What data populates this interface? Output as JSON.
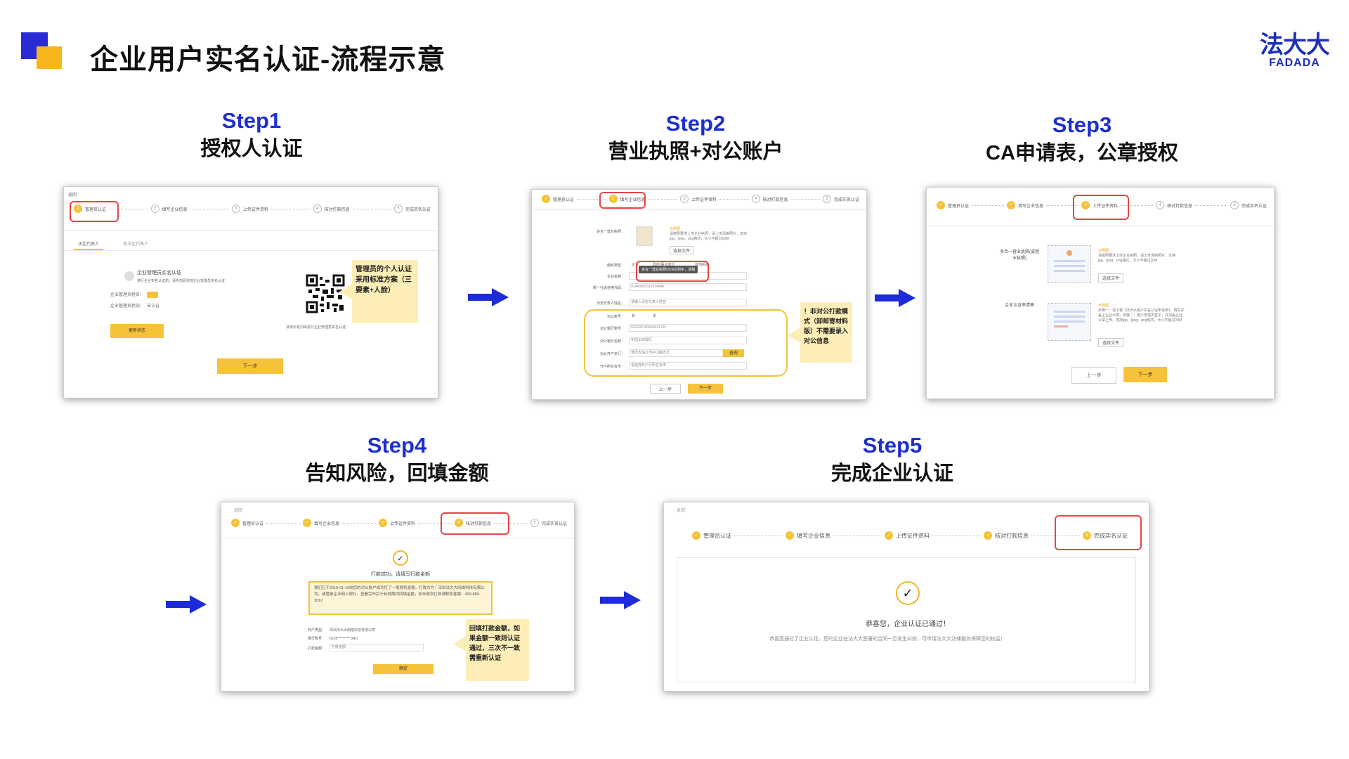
{
  "page": {
    "title": "企业用户实名认证-流程示意",
    "brand_cn": "法大大",
    "brand_en": "FADADA"
  },
  "colors": {
    "accent_blue": "#1d2fd0",
    "accent_yellow": "#f5c23a",
    "highlight_red": "#e64545",
    "callout_bg": "#fdeeb7"
  },
  "progress_labels": [
    "管理员认证",
    "填写企业信息",
    "上传证件资料",
    "核对打款信息",
    "完成实名认证"
  ],
  "steps": [
    {
      "num": "Step1",
      "desc": "授权人认证",
      "back": "返回",
      "tabs": [
        "法定代表人",
        "非法定代表人"
      ],
      "admin_title": "企业管理员实名认证",
      "admin_hint": "进行企业实名认证前，请先扫码完成企业管理员实名认证",
      "admin_name_label": "企业管理员姓名：",
      "admin_status_label": "企业管理员状态：",
      "admin_status_value": "未认证",
      "refresh_button": "更新状态",
      "qr_hint": "请用手机扫码进行企业管理员实名认证",
      "next_button": "下一步",
      "callout": "管理员的个人认证采用标准方案（三要素+人脸）"
    },
    {
      "num": "Step2",
      "desc": "营业执照+对公账户",
      "license_label": "多合一营业执照：",
      "license_hint": "示例图",
      "license_note": "请按照要求上传企业执照，请上传清晰照片，支持jpg、jpeg、png格式，大小不超过20M",
      "upload_button": "选择文件",
      "org_type_label": "组织类型：",
      "org_type_options": [
        "企业",
        "政府/事业单位",
        "其他组织"
      ],
      "company_name_label": "企业名称：",
      "company_name_tip": "多合一营业执照OCR识别中，请稍",
      "credit_code_label": "统一社会信用代码：",
      "credit_code_value": "91440300319574946",
      "legal_name_label": "法定代表人姓名：",
      "legal_name_placeholder": "请输入法定代表人姓名",
      "account_label": "对公账号：",
      "account_options": [
        "有",
        "无"
      ],
      "bank_account_label": "对公银行账号：",
      "bank_account_value": "622202190400321763",
      "bank_name_label": "对公银行名称：",
      "bank_name_value": "中国工商银行",
      "bank_branch_label": "对公开户支行：",
      "bank_branch_value": "通讯省洛江市中山路支行",
      "query_button": "查询",
      "province_label": "开户所在省市：",
      "province_placeholder": "请选择开户行所在省市",
      "prev_button": "上一步",
      "next_button": "下一步",
      "callout": "！非对公打款模式（卸邮寄材料版）不需要录入对公信息"
    },
    {
      "num": "Step3",
      "desc": "CA申请表，公章授权",
      "license_label": "多合一营业执照(或营业执照)",
      "license_hint": "示例图",
      "license_note": "请按照要求上传企业执照，请上传清晰照片，支持jpg、jpeg、png格式，大小不超过20M",
      "upload_button": "选择文件",
      "ca_label": "企业认证申请表",
      "ca_hint": "示例图",
      "ca_note": "步骤一：请下载《法大大用户实名认证申请表》，填写并盖上企业公章，步骤二：用户管理员签字，并加盖企业公章上传，支持jpg、jpeg、png格式，大小不超过20M",
      "upload_button2": "选择文件",
      "prev_button": "上一步",
      "next_button": "下一步"
    },
    {
      "num": "Step4",
      "desc": "告知风险，回填金额",
      "back": "返回",
      "success_title": "打款成功，请填写打款金额",
      "notice": "我们已于2019-01-10向您的对公账户成功打了一笔随机金额，打款方为：深圳法大大网络科技有限公司，请登录企业网上银行，查看完毕后于有效期内回填金额，如未收到打款请联系客服：400-880-2012",
      "account_type_label": "开户类型：",
      "account_type_value": "深圳法大大网络科技有限公司",
      "bank_no_label": "银行账号：",
      "bank_no_value": "6228**********3411",
      "amount_label": "打款金额：",
      "amount_placeholder": "打款金额",
      "confirm_button": "确定",
      "callout": "回填打款金额，如果金额一致则认证通过，三次不一致需重新认证"
    },
    {
      "num": "Step5",
      "desc": "完成企业认证",
      "back": "返回",
      "success_title": "恭喜您，企业认证已通过！",
      "success_note": "恭喜您通过了企业认证，您的企业在法大大签署的合同一旦发生纠纷，可申请法大大法律服务保障您的权益！"
    }
  ]
}
